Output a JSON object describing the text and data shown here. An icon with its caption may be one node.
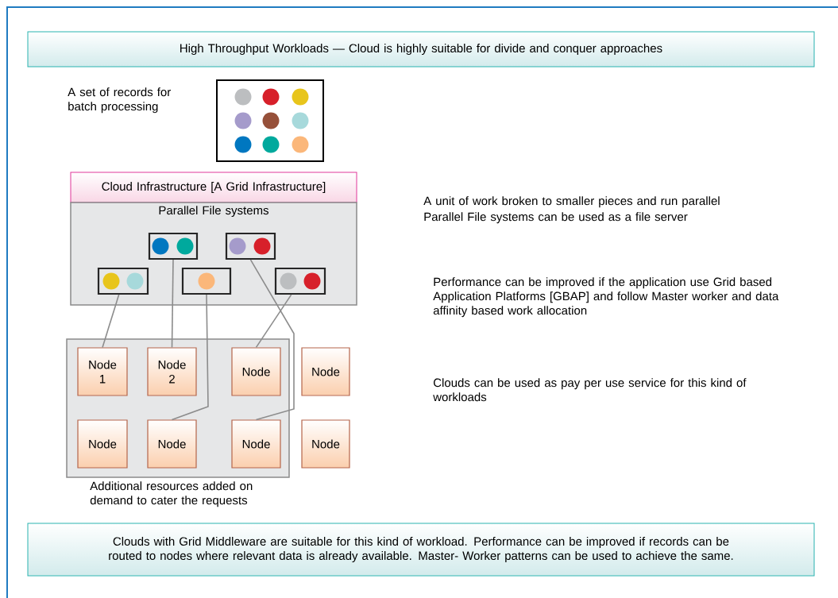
{
  "diagram": {
    "nodes": [
      {
        "text": [
          "High Throughput Workloads — Cloud is highly suitable for divide and conquer approaches"
        ]
      },
      {
        "text": [],
        "shape": "box"
      },
      {
        "text": [
          "Cloud Infrastructure [A Grid Infrastructure]"
        ]
      },
      {
        "text": [
          "Parallel File systems"
        ]
      },
      {
        "text": [],
        "shape": "box",
        "in": 3
      },
      {
        "text": [],
        "shape": "box",
        "in": 3
      },
      {
        "text": [],
        "shape": "box",
        "in": 3
      },
      {
        "text": [],
        "shape": "box",
        "in": 3
      },
      {
        "text": [],
        "shape": "box",
        "in": 3
      },
      {
        "text": [],
        "shape": "box",
        "beside": [
          "Additional resources added on demand to cater the requests"
        ]
      },
      {
        "text": [
          "Node 1"
        ],
        "in": 9
      },
      {
        "text": [
          "Node 2"
        ],
        "in": 9
      },
      {
        "text": [
          "Node"
        ],
        "in": 9
      },
      {
        "text": [
          "Node"
        ]
      },
      {
        "text": [
          "Node"
        ],
        "in": 9
      },
      {
        "text": [
          "Node"
        ],
        "in": 9
      },
      {
        "text": [
          "Node"
        ],
        "in": 9
      },
      {
        "text": [
          "Node"
        ]
      },
      {
        "text": [
          "Clouds with Grid Middleware are suitable for this kind of workload. Performance can be improved if records can be routed to nodes where relevant data is already available. Master- Worker patterns can be used to achieve the same."
        ]
      }
    ],
    "edges": [
      {
        "from": 6,
        "to": 10,
        "arrow": "none"
      },
      {
        "from": 4,
        "to": 11,
        "arrow": "none"
      },
      {
        "from": 7,
        "to": 15,
        "arrow": "none"
      },
      {
        "from": 5,
        "to": 16,
        "arrow": "none"
      },
      {
        "from": 8,
        "to": 12,
        "arrow": "none"
      }
    ],
    "labels": [
      "A set of records for batch processing",
      "A unit of work broken to smaller pieces and run parallel",
      "Parallel File systems can be used as a file server",
      "Performance can be improved if the application use Grid based Application Platforms [GBAP] and follow Master worker and data affinity based work allocation",
      "Clouds can be used as pay per use service for this kind of workloads"
    ]
  }
}
